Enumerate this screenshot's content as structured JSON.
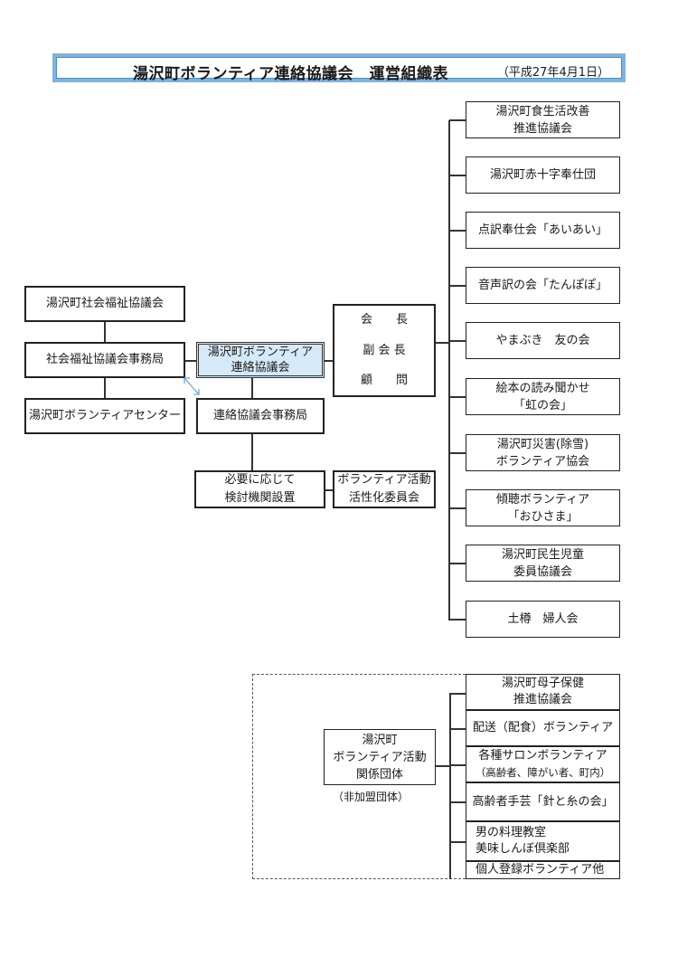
{
  "title": {
    "main": "湯沢町ボランティア連絡協議会　運営組織表",
    "date": "（平成27年4月1日）"
  },
  "left": {
    "council": "湯沢町社会福祉協議会",
    "secretariat": "社会福祉協議会事務局",
    "center": "湯沢町ボランティアセンター"
  },
  "core": {
    "main_line1": "湯沢町ボランティア",
    "main_line2": "連絡協議会",
    "office": "連絡協議会事務局",
    "review_line1": "必要に応じて",
    "review_line2": "検討機関設置",
    "committee_line1": "ボランティア活動",
    "committee_line2": "活性化委員会"
  },
  "officers": {
    "chair": "会　　長",
    "vice_chair": "副 会 長",
    "advisor": "顧　　問"
  },
  "member_groups": [
    {
      "line1": "湯沢町食生活改善",
      "line2": "推進協議会"
    },
    {
      "line1": "湯沢町赤十字奉仕団",
      "line2": ""
    },
    {
      "line1": "点訳奉仕会「あいあい」",
      "line2": ""
    },
    {
      "line1": "音声訳の会「たんぽぽ」",
      "line2": ""
    },
    {
      "line1": "やまぶき　友の会",
      "line2": ""
    },
    {
      "line1": "絵本の読み聞かせ",
      "line2": "「虹の会」"
    },
    {
      "line1": "湯沢町災害(除雪)",
      "line2": "ボランティア協会"
    },
    {
      "line1": "傾聴ボランティア",
      "line2": "「おひさま」"
    },
    {
      "line1": "湯沢町民生児童",
      "line2": "委員協議会"
    },
    {
      "line1": "土樽　婦人会",
      "line2": ""
    }
  ],
  "related": {
    "hub_line1": "湯沢町",
    "hub_line2": "ボランティア活動",
    "hub_line3": "関係団体",
    "note": "（非加盟団体）",
    "groups": [
      {
        "line1": "湯沢町母子保健",
        "line2": "推進協議会"
      },
      {
        "line1": "配送（配食）ボランティア",
        "line2": ""
      },
      {
        "line1": "各種サロンボランティア",
        "line2": "（高齢者、障がい者、町内）"
      },
      {
        "line1": "高齢者手芸「針と糸の会」",
        "line2": ""
      },
      {
        "line1": "男の料理教室",
        "line2": "美味しんぼ倶楽部"
      },
      {
        "line1": "個人登録ボランティア他",
        "line2": ""
      }
    ]
  }
}
